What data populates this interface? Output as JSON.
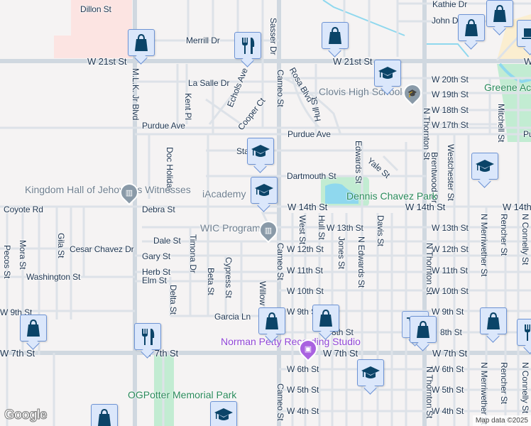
{
  "map": {
    "attribution": "Map data ©2025",
    "logo": "Google",
    "colors": {
      "background": "#f5f3f3",
      "road": "#d9dfe6",
      "major_road": "#d0d8e0",
      "park": "#c2ecd2",
      "water": "#8fd8ee",
      "commercial": "#fce4e2",
      "retail_yellow": "#fbeed0",
      "pin_fill": "#dbe7fb",
      "pin_border": "#6d93d4",
      "pin_icon": "#0b4468",
      "label_text": "#1f3550",
      "park_text": "#2a8a5a",
      "purple_poi": "#9146d6"
    }
  },
  "streets": {
    "dillon": "Dillon St",
    "merrill": "Merrill Dr",
    "w21_left": "W 21st St",
    "w21_right": "W 21st St",
    "w21_far": "W",
    "mlk": "M.L.K. Jr Blvd",
    "lasalle": "La Salle Dr",
    "kent": "Kent Pl",
    "echols": "Echols Ave",
    "cooper": "Cooper Ct",
    "purdue_left": "Purdue Ave",
    "purdue_mid": "Purdue Ave",
    "purdue_right": "Pu",
    "sasser": "Sasser Dr",
    "cameo_top": "Cameo St",
    "cameo_mid": "Cameo St",
    "cameo_bot": "Cameo St",
    "rosa": "Rosa Blvd",
    "hull_top": "Hull St",
    "kathie": "Kathie Dr",
    "john": "John Dr",
    "w20": "W 20th St",
    "w19": "W 19th St",
    "w18": "W 18th St",
    "w17": "W 17th St",
    "thornton_top": "N Thornton St",
    "thornton_mid": "N Thornton St",
    "thornton_bot": "N Thornton St",
    "mitchell": "Mitchell St",
    "edwards_top": "Edwards St",
    "yale": "Yale St",
    "brentwood": "Brentwood Dr",
    "westchester": "Westchester St",
    "sta": "Sta",
    "dartmouth": "Dartmouth St",
    "doc_holiday": "Doc Holiday",
    "debra": "Debra St",
    "coyote": "Coyote Rd",
    "w14_left": "W 14th St",
    "w14_mid": "W 14th St",
    "w14_right": "W 14th",
    "west": "West St",
    "hull": "Hull St",
    "w13_left": "W 13th St",
    "w13_right": "W 13th St",
    "jones": "Jones St",
    "n_edwards": "N Edwards St",
    "davis": "Davis St",
    "merriwether_top": "N Merriwether St",
    "rencher_top": "Rencher St",
    "connelly_top": "N Connelly St",
    "dale": "Dale St",
    "timona": "Timona Dr",
    "cesar_chavez": "Cesar Chavez Dr",
    "gary": "Gary St",
    "pecos": "Pecos St",
    "mora": "Mora St",
    "gila": "Gila St",
    "washington": "Washington St",
    "herb": "Herb St",
    "elm": "Elm St",
    "beta": "Beta St",
    "cypress": "Cypress St",
    "delta": "Delta St",
    "willow": "Willow St",
    "w12_left": "W 12th St",
    "w12_right": "W 12th St",
    "w11_left": "W 11th St",
    "w11_right": "W 11th St",
    "w10_left": "W 10th St",
    "w10_right": "W 10th St",
    "w9_far_left": "W 9th St",
    "w9_left": "W 9th S",
    "w9_right": "W 9th St",
    "garcia": "Garcia Ln",
    "w8_left": "8th St",
    "w8_right": "8th St",
    "w7_far_left": "W 7th St",
    "w7_left": "W 7th St",
    "w7_mid": "W 7th St",
    "w7_right": "W 7th St",
    "w6_left": "W 6th St",
    "w6_right": "W 6th St",
    "w5_left": "W 5th St",
    "w5_right": "W 5th St",
    "w4_left": "W 4th St",
    "w4_right": "W 4th St",
    "merriwether_bot": "N Merriwether St",
    "rencher_bot": "Rencher St",
    "connelly_bot": "N Connelly St"
  },
  "places": {
    "clovis_high": "Clovis High School",
    "greene_acres": "Greene Acres Park",
    "kingdom_hall": "Kingdom Hall of Jehovah's Witnesses",
    "iacademy": "iAcademy",
    "dennis_chavez": "Dennis Chavez Park",
    "wic": "WIC Program",
    "norman_petty": "Norman Petty Recording Studio",
    "ogpotter": "OGPotter Memorial Park"
  },
  "pins": [
    {
      "id": "shop-mlk-21st",
      "type": "shopping-bag"
    },
    {
      "id": "restaurant-echols-21st",
      "type": "restaurant"
    },
    {
      "id": "shop-21st-mid",
      "type": "shopping-bag"
    },
    {
      "id": "school-clovis-high",
      "type": "school"
    },
    {
      "id": "shop-john-dr-1",
      "type": "shopping-bag"
    },
    {
      "id": "shop-john-dr-2",
      "type": "shopping-bag"
    },
    {
      "id": "laptop-top-right",
      "type": "laptop"
    },
    {
      "id": "school-stanford",
      "type": "school"
    },
    {
      "id": "school-iacademy",
      "type": "school"
    },
    {
      "id": "school-east",
      "type": "school"
    },
    {
      "id": "shop-w9th-left",
      "type": "shopping-bag"
    },
    {
      "id": "restaurant-mlk-7th",
      "type": "restaurant"
    },
    {
      "id": "shop-willow-9th",
      "type": "shopping-bag"
    },
    {
      "id": "shop-8th-mid",
      "type": "shopping-bag"
    },
    {
      "id": "shop-thornton-8th",
      "type": "shopping-bag"
    },
    {
      "id": "shop-8th-right",
      "type": "shopping-bag"
    },
    {
      "id": "restaurant-far-right",
      "type": "restaurant"
    },
    {
      "id": "school-6th",
      "type": "school"
    },
    {
      "id": "shop-bottom",
      "type": "shopping-bag"
    },
    {
      "id": "school-bottom",
      "type": "school"
    }
  ]
}
